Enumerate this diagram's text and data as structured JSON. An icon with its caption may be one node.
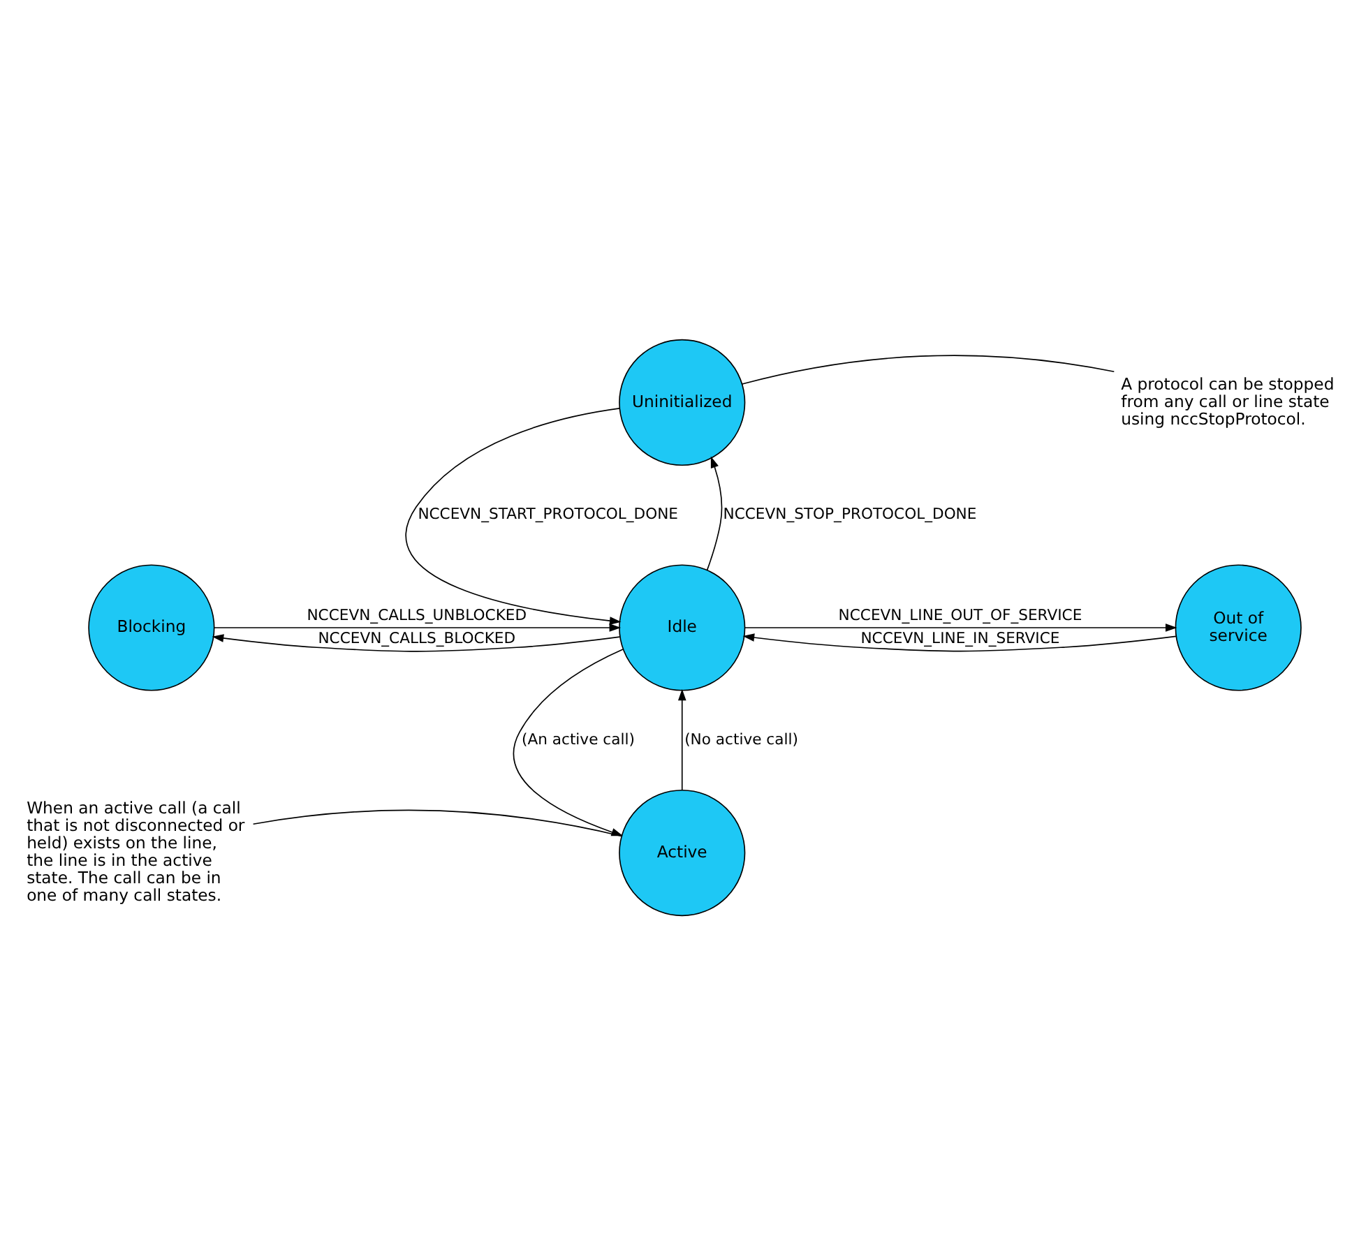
{
  "diagram": {
    "nodes": [
      {
        "text": [
          "Uninitialized"
        ]
      },
      {
        "text": [
          "Idle"
        ]
      },
      {
        "text": [
          "Blocking"
        ]
      },
      {
        "text": [
          "Out of service"
        ]
      },
      {
        "text": [
          "Active"
        ]
      },
      {
        "text": [
          "A protocol can be stopped from any call or line state using nccStopProtocol."
        ]
      },
      {
        "text": [
          "When an active call (a call that is not disconnected or held) exists on the line, the line is in the active state. The call can be in one of many call states."
        ]
      }
    ],
    "edges": [
      {
        "from": 0,
        "to": 1,
        "arrow": "to",
        "label": "NCCEVN_START_PROTOCOL_DONE"
      },
      {
        "from": 1,
        "to": 0,
        "arrow": "to",
        "label": "NCCEVN_STOP_PROTOCOL_DONE"
      },
      {
        "from": 2,
        "to": 1,
        "arrow": "to",
        "label": "NCCEVN_CALLS_UNBLOCKED"
      },
      {
        "from": 1,
        "to": 2,
        "arrow": "to",
        "label": "NCCEVN_CALLS_BLOCKED"
      },
      {
        "from": 3,
        "to": 1,
        "arrow": "to",
        "label": "NCCEVN_LINE_IN_SERVICE"
      },
      {
        "from": 1,
        "to": 3,
        "arrow": "to",
        "label": "NCCEVN_LINE_OUT_OF_SERVICE"
      },
      {
        "from": 4,
        "to": 1,
        "arrow": "to",
        "label": "(No active call)"
      },
      {
        "from": 1,
        "to": 4,
        "arrow": "to",
        "label": "(An active call)"
      },
      {
        "from": 5,
        "to": 0,
        "arrow": "none"
      },
      {
        "from": 6,
        "to": 4,
        "arrow": "none"
      }
    ]
  }
}
